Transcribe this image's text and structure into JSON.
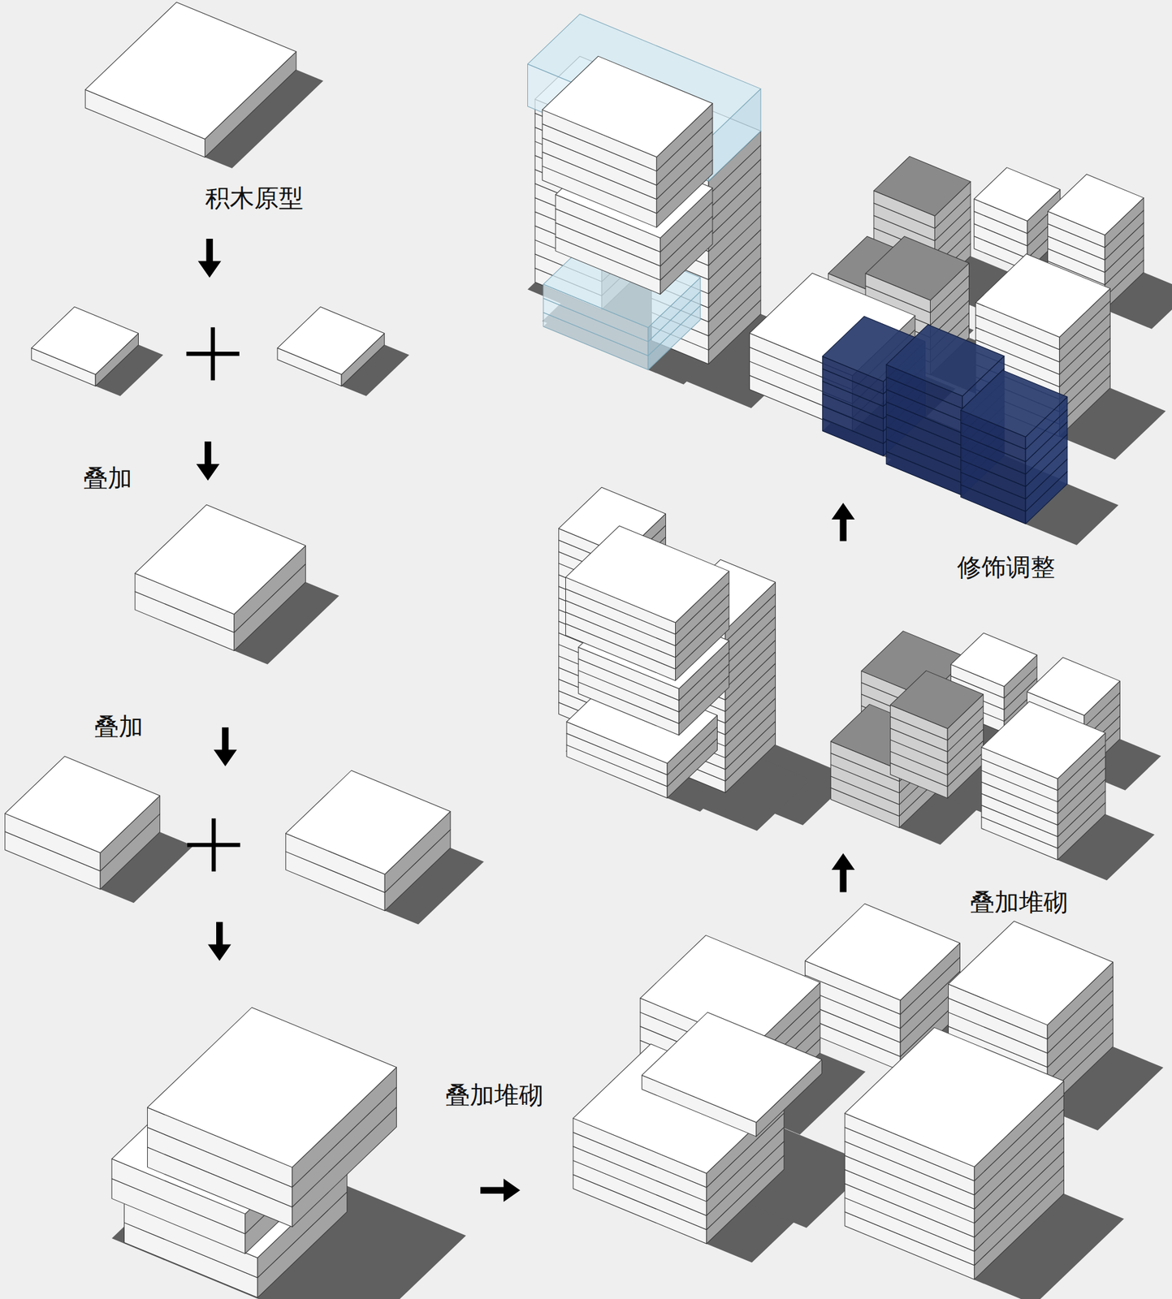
{
  "diagram": {
    "labels": [
      "积木原型",
      "叠加",
      "叠加",
      "叠加堆砌",
      "叠加堆砌",
      "修饰调整"
    ]
  }
}
